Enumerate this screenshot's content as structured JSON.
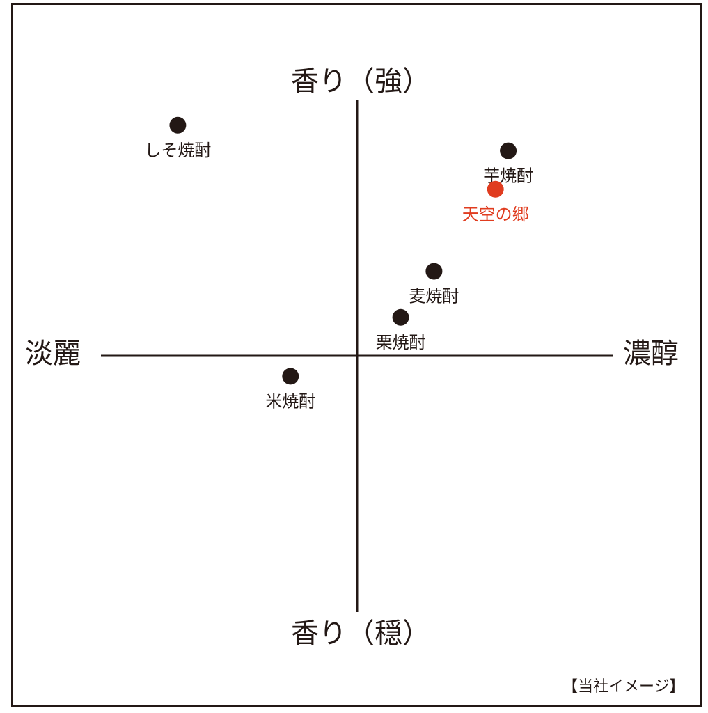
{
  "chart_data": {
    "type": "scatter",
    "axes": {
      "top": "香り（強）",
      "bottom": "香り（穏）",
      "left": "淡麗",
      "right": "濃醇"
    },
    "xlim": [
      -10,
      10
    ],
    "ylim": [
      -10,
      10
    ],
    "points": [
      {
        "label": "しそ焼酎",
        "x": -7.0,
        "y": 9.0,
        "color": "#231815"
      },
      {
        "label": "芋焼酎",
        "x": 5.9,
        "y": 8.0,
        "color": "#231815"
      },
      {
        "label": "天空の郷",
        "x": 5.4,
        "y": 6.5,
        "color": "#e03c1f"
      },
      {
        "label": "麦焼酎",
        "x": 3.0,
        "y": 3.3,
        "color": "#231815"
      },
      {
        "label": "栗焼酎",
        "x": 1.7,
        "y": 1.5,
        "color": "#231815"
      },
      {
        "label": "米焼酎",
        "x": -2.6,
        "y": -0.8,
        "color": "#231815"
      }
    ]
  },
  "note": "【当社イメージ】"
}
